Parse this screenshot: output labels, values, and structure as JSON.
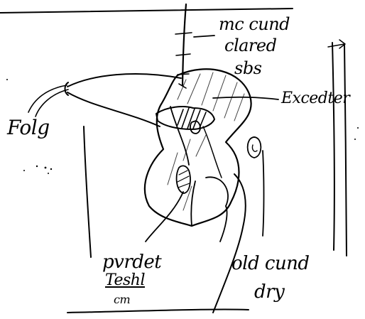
{
  "diagram": {
    "labels": {
      "top_right_line1": "mc cund",
      "top_right_line2": "clared",
      "top_right_line3": "sbs",
      "right_upper": "Excedter",
      "left": "Folg",
      "bottom_center_line1": "pvrdet",
      "bottom_center_line2": "Teshl",
      "bottom_center_line3": "cm",
      "bottom_right_line1": "old cund",
      "bottom_right_line2": "dry"
    }
  }
}
